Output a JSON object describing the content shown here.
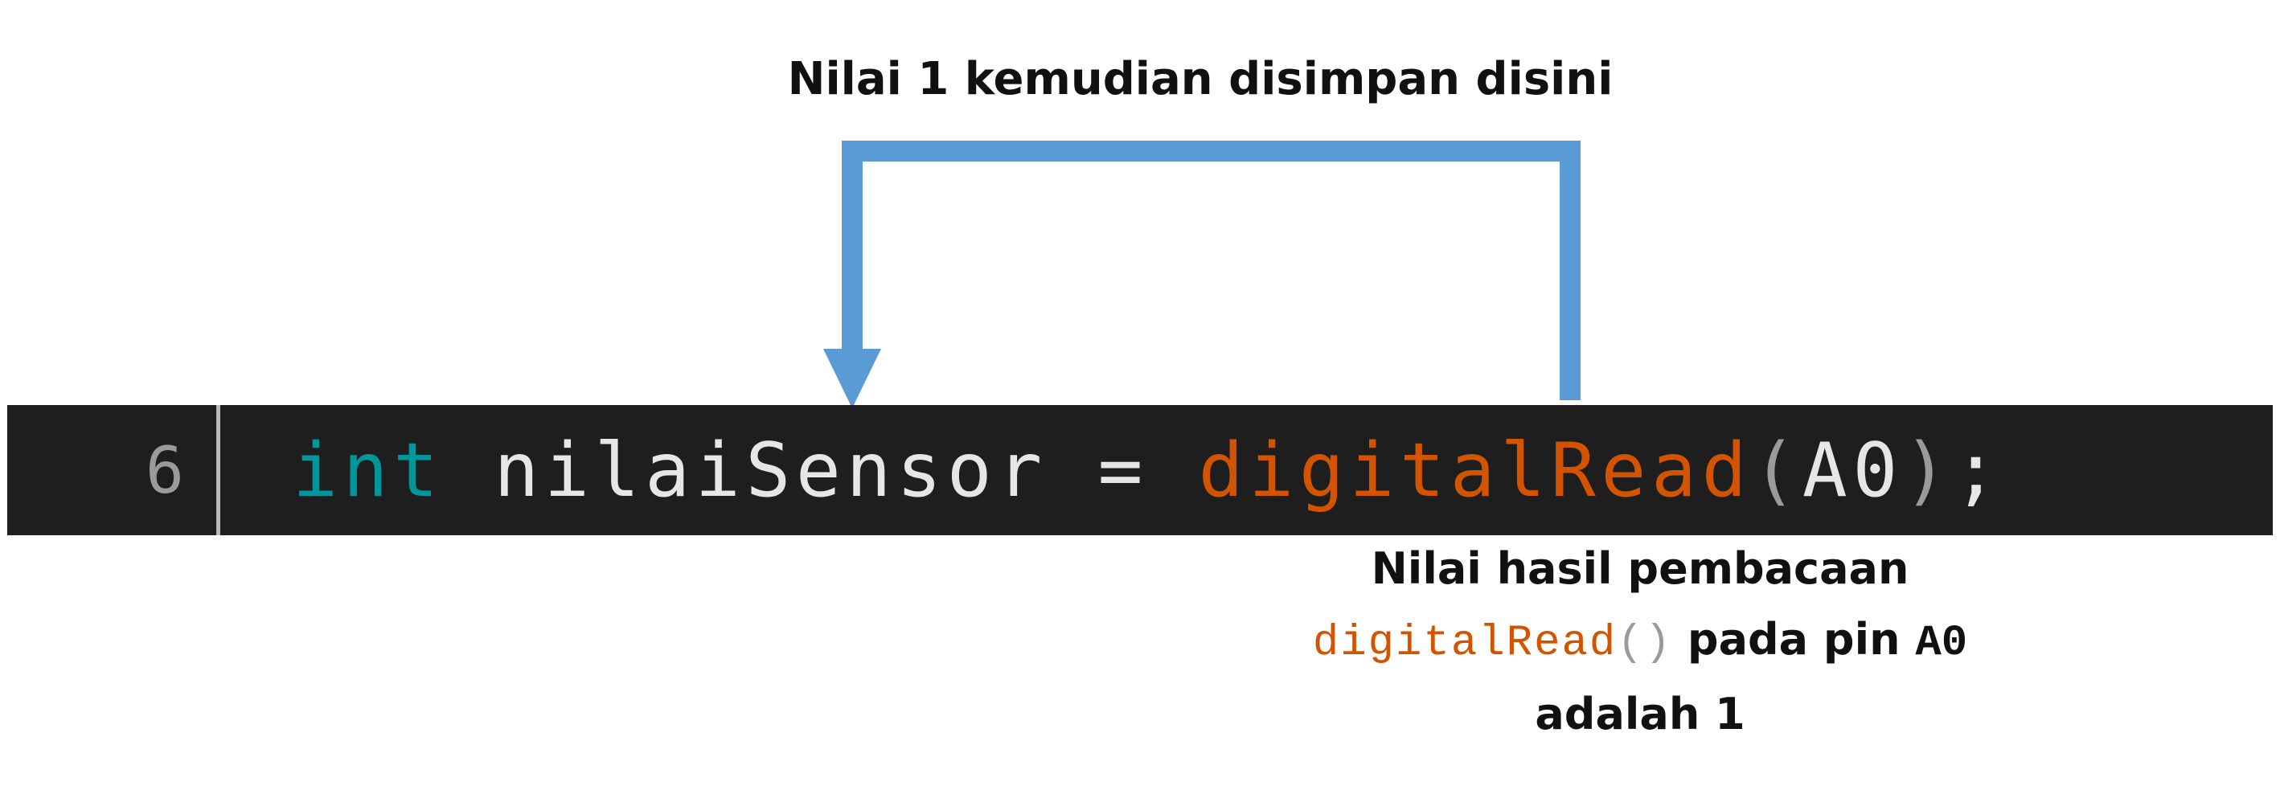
{
  "top_label": "Nilai 1 kemudian disimpan disini",
  "colors": {
    "arrow": "#5b9bd5",
    "code_background": "#1e1e1e",
    "line_number": "#9a9a9a",
    "keyword": "#00979c",
    "identifier": "#e6e6e6",
    "function": "#d35400",
    "paren": "#9a9a9a"
  },
  "code_line": {
    "line_number": "6",
    "tokens": {
      "keyword": "int",
      "space1": " ",
      "variable": "nilaiSensor",
      "space2": " ",
      "operator": "=",
      "space3": " ",
      "function": "digitalRead",
      "paren_open": "(",
      "argument": "A0",
      "paren_close": ")",
      "semicolon": ";"
    }
  },
  "bottom_label": {
    "line1": "Nilai hasil pembacaan",
    "func_name": "digitalRead",
    "func_parens": "()",
    "line2_text": " pada pin ",
    "pin": "A0",
    "line3": "adalah 1"
  }
}
